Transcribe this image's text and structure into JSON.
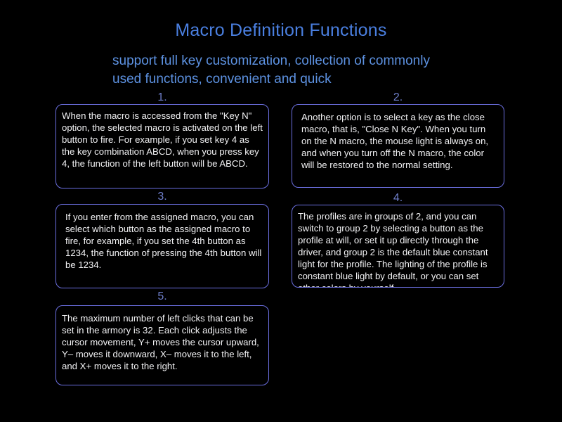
{
  "page": {
    "background_color": "#000000",
    "title": "Macro Definition Functions",
    "title_color": "#4a7fe0",
    "subtitle": "support full key customization, collection of commonly used functions, convenient and quick",
    "subtitle_color": "#5d92e2",
    "card_border_color": "#6b6fe0",
    "card_number_color": "#6e7ec9",
    "card_text_color": "#f2f2f4"
  },
  "cards": [
    {
      "number": "1.",
      "text": "When the macro is accessed from the \"Key N\" option, the selected macro is activated on the left button to fire. For example, if you set key 4 as the key combination ABCD, when you press key 4, the function of the left button will be ABCD."
    },
    {
      "number": "2.",
      "text": "Another option is to select a key as the close macro, that is, \"Close N Key\". When you turn on the N macro, the mouse light is always on, and when you turn off the N macro, the color will be restored to the normal setting."
    },
    {
      "number": "3.",
      "text": "If you enter from the assigned macro, you can select which button as the assigned macro to fire, for example, if you set the 4th button as 1234, the function of pressing the 4th button will be 1234."
    },
    {
      "number": "4.",
      "text": "The profiles are in groups of 2, and you can switch to group 2 by selecting a button as the profile at will, or set it up directly through the driver, and group 2 is the default blue constant light for the profile. The lighting of the profile is constant blue light by default, or you can set other colors by yourself."
    },
    {
      "number": "5.",
      "text": "The maximum number of left clicks that can be set in the armory is 32. Each click adjusts the cursor movement, Y+ moves the cursor upward, Y– moves it downward, X– moves it to the left, and X+ moves it to the right."
    }
  ]
}
